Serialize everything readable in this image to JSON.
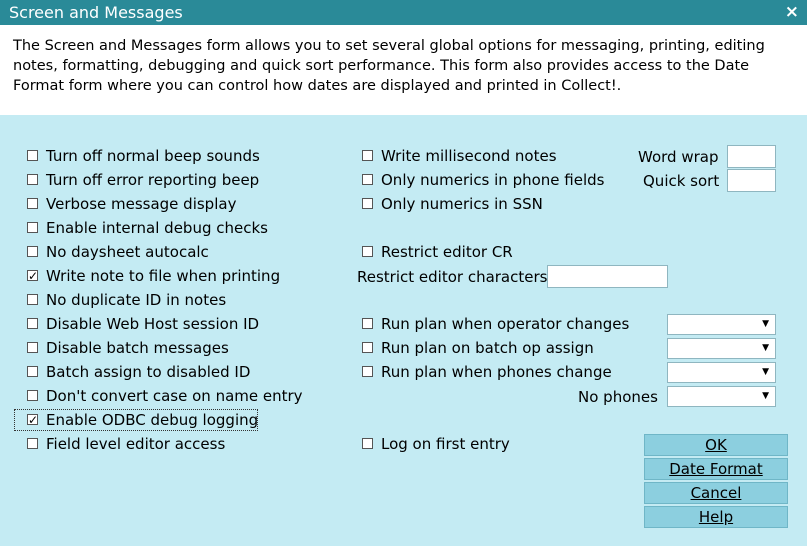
{
  "window": {
    "title": "Screen and Messages",
    "close_glyph": "×",
    "close_icon": "close-icon"
  },
  "description": "The Screen and Messages form allows you to set several global options for messaging, printing, editing notes, formatting, debugging and quick sort performance. This form also provides access to the Date Format form where you can control how dates are displayed and printed in Collect!.",
  "left_options": [
    {
      "label": "Turn off normal beep sounds",
      "checked": false
    },
    {
      "label": "Turn off error reporting beep",
      "checked": false
    },
    {
      "label": "Verbose message display",
      "checked": false
    },
    {
      "label": "Enable internal debug checks",
      "checked": false
    },
    {
      "label": "No daysheet autocalc",
      "checked": false
    },
    {
      "label": "Write note to file when printing",
      "checked": true
    },
    {
      "label": "No duplicate ID in notes",
      "checked": false
    },
    {
      "label": "Disable Web Host session ID",
      "checked": false
    },
    {
      "label": "Disable batch messages",
      "checked": false
    },
    {
      "label": "Batch assign to disabled ID",
      "checked": false
    },
    {
      "label": "Don't convert case on name entry",
      "checked": false
    },
    {
      "label": "Enable ODBC debug logging",
      "checked": true
    },
    {
      "label": "Field level editor access",
      "checked": false
    }
  ],
  "middle_options": {
    "write_ms_notes": {
      "label": "Write millisecond notes",
      "checked": false
    },
    "only_numerics_phone": {
      "label": "Only numerics in phone fields",
      "checked": false
    },
    "only_numerics_ssn": {
      "label": "Only numerics in SSN",
      "checked": false
    },
    "restrict_editor_cr": {
      "label": "Restrict editor CR",
      "checked": false
    },
    "run_plan_operator": {
      "label": "Run plan when operator changes",
      "checked": false
    },
    "run_plan_batch": {
      "label": "Run plan on batch op assign",
      "checked": false
    },
    "run_plan_phones": {
      "label": "Run plan when phones change",
      "checked": false
    },
    "log_on_first_entry": {
      "label": "Log on first entry",
      "checked": false
    }
  },
  "fields": {
    "word_wrap": {
      "label": "Word wrap",
      "value": ""
    },
    "quick_sort": {
      "label": "Quick sort",
      "value": ""
    },
    "restrict_editor_characters": {
      "label": "Restrict editor characters",
      "value": ""
    },
    "no_phones": {
      "label": "No phones",
      "value": ""
    },
    "run_plan_operator_select": {
      "value": ""
    },
    "run_plan_batch_select": {
      "value": ""
    },
    "run_plan_phones_select": {
      "value": ""
    }
  },
  "dropdown_glyph": "▼",
  "buttons": {
    "ok": "OK",
    "date_format": "Date Format",
    "cancel": "Cancel",
    "help": "Help"
  }
}
